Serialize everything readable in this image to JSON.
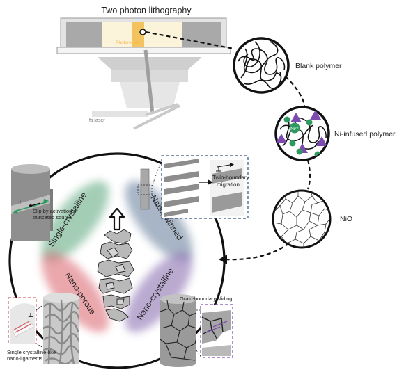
{
  "colors": {
    "single_crystalline": "#5aa67c",
    "nano_twinned": "#7a8fa8",
    "nano_porous": "#d9606b",
    "nano_crystalline": "#8d72b2",
    "marker_triangle": "#7d4bb0",
    "marker_circle": "#2e9a60",
    "gray_dark": "#8f8f8f",
    "gray_light": "#d0d0d0"
  },
  "icons": [
    "lithography-stage-icon",
    "laser-beam-icon",
    "polymer-chain-icon",
    "grain-network-icon",
    "nanopillar-icon",
    "twin-lamella-icon",
    "cylinder-sample-icon"
  ],
  "litho": {
    "title": "Two photon lithography",
    "photoresist": "Photoresist",
    "laser": "fs laser"
  },
  "stages": {
    "blank": "Blank polymer",
    "ni": "Ni-infused polymer",
    "ni_symbol": "Ni²⁺",
    "nio": "NiO"
  },
  "mechanisms": {
    "single": "Single-crystalline",
    "twinned": "Nano-twinned",
    "porous": "Nano-porous",
    "crystalline": "Nano-crystalline"
  },
  "annotations": {
    "slip_1": "Slip by activation of",
    "slip_2": "truncated source",
    "twin_1": "Twin-boundary",
    "twin_2": "migration",
    "grain": "Grain-boundary sliding",
    "lig_1": "Single crystalline-like",
    "lig_2": "nano-ligaments",
    "dislocation": "⊥"
  }
}
